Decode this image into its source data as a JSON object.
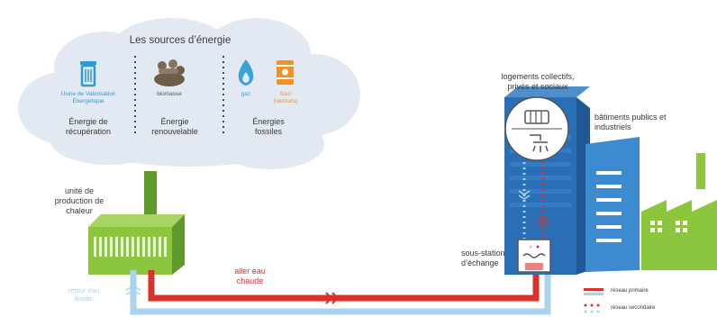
{
  "cloud": {
    "title": "Les sources d’énergie",
    "recovery": {
      "source": "Usine de Valorisation Énergétique",
      "type": "Énergie de récupération"
    },
    "renewable": {
      "source": "biomasse",
      "type": "Énergie renouvelable"
    },
    "fossil": {
      "gas": "gaz",
      "oil": "fioul (secours)",
      "type": "Énergies fossiles"
    }
  },
  "plant_label": "unité de production de chaleur",
  "housing_label": "logements collectifs, privés et sociaux",
  "public_label": "bâtiments publics et industriels",
  "substation_label": "sous-station d’échange",
  "supply_label": "aller eau chaude",
  "return_label": "retour eau froide",
  "legend": {
    "primary": "réseau primaire",
    "secondary": "réseau secondaire"
  },
  "colors": {
    "cloud": "#e2e9f2",
    "green": "#8cc63f",
    "dark_green": "#5f9b2c",
    "blue_building": "#2a6fb6",
    "blue_building2": "#3d8ad1",
    "hot": "#d9312b",
    "cold": "#a9d3ef",
    "accent_blue": "#3aa1d9",
    "orange": "#f39223"
  }
}
